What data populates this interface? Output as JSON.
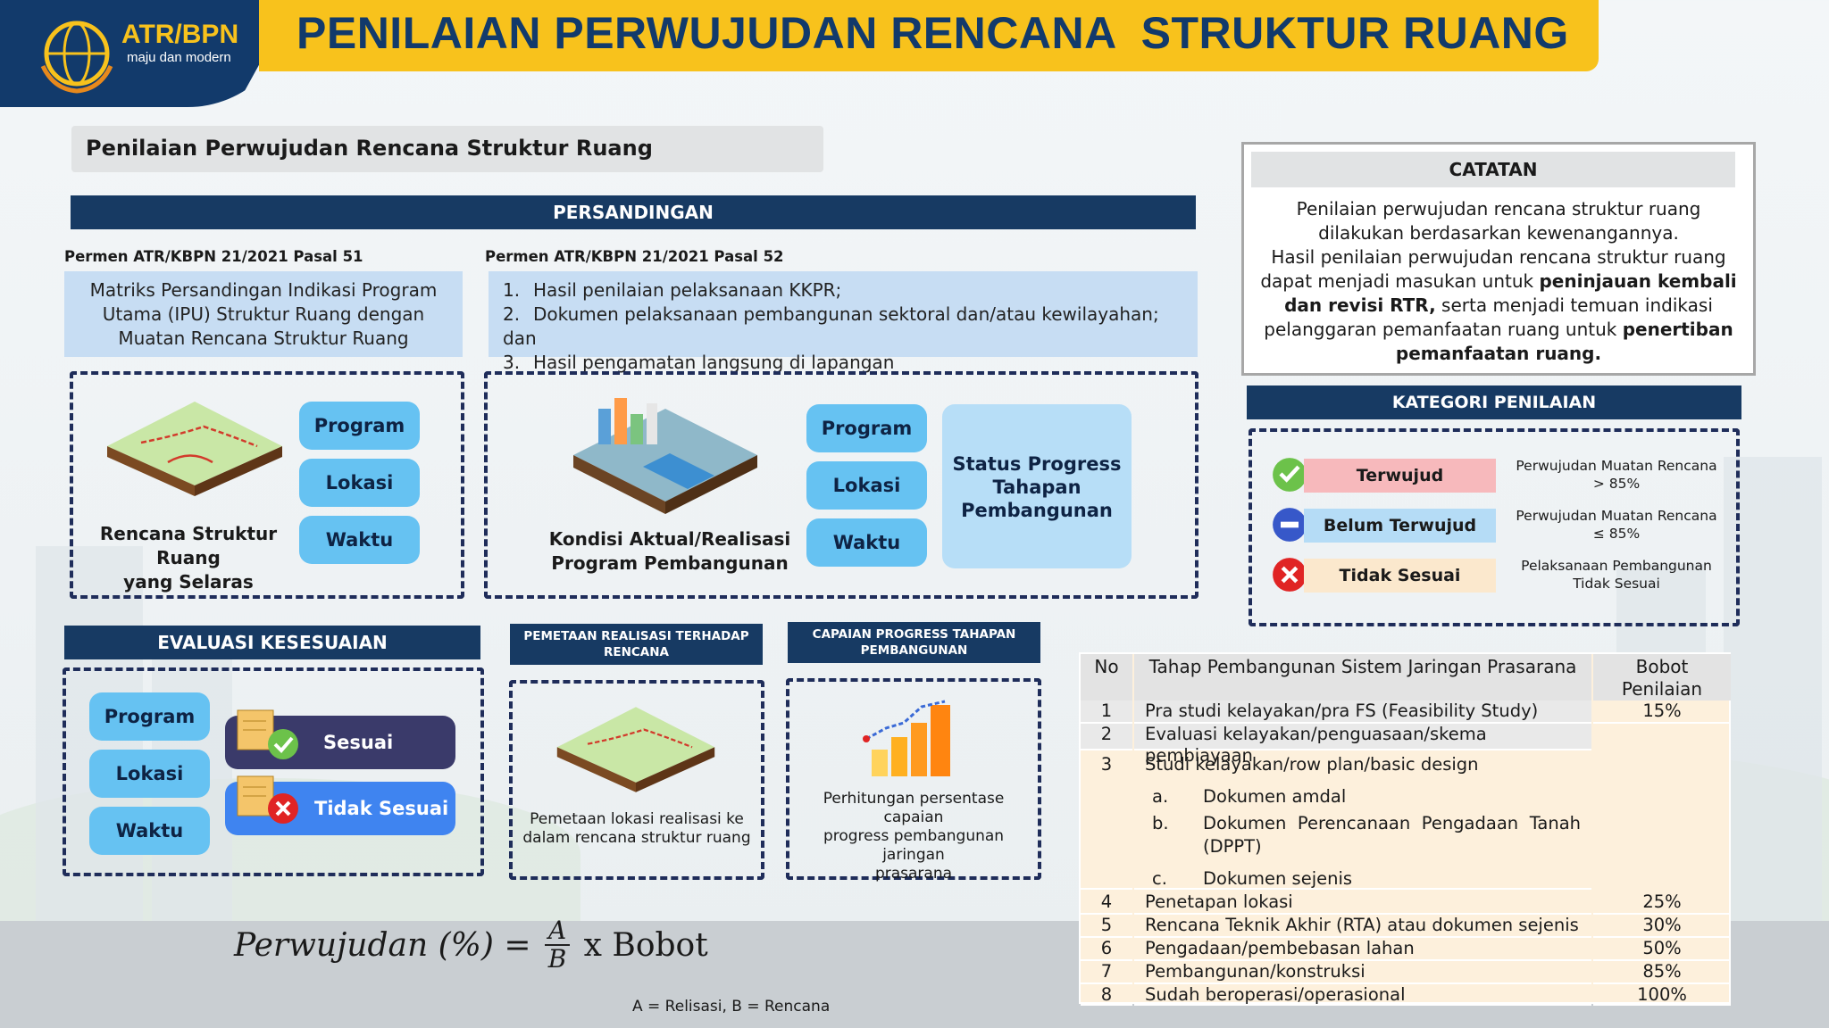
{
  "header": {
    "logo_name": "ATR/BPN",
    "logo_tagline": "maju dan modern",
    "title": "PENILAIAN PERWUJUDAN RENCANA  STRUKTUR RUANG"
  },
  "subheading": "Penilaian Perwujudan Rencana Struktur Ruang",
  "persandingan": {
    "title": "PERSANDINGAN",
    "left_ref": "Permen ATR/KBPN 21/2021 Pasal 51",
    "left_text": [
      "Matriks Persandingan Indikasi Program",
      "Utama (IPU) Struktur Ruang dengan",
      "Muatan Rencana Struktur Ruang"
    ],
    "right_ref": "Permen ATR/KBPN 21/2021 Pasal 52",
    "right_items": [
      {
        "n": "1.",
        "t": "Hasil penilaian pelaksanaan KKPR;"
      },
      {
        "n": "2.",
        "t": "Dokumen pelaksanaan pembangunan sektoral dan/atau kewilayahan; dan"
      },
      {
        "n": "3.",
        "t": "Hasil pengamatan langsung di lapangan"
      }
    ],
    "left_panel": {
      "caption": [
        "Rencana Struktur Ruang",
        "yang Selaras"
      ],
      "pills": [
        "Program",
        "Lokasi",
        "Waktu"
      ]
    },
    "right_panel": {
      "caption": [
        "Kondisi Aktual/Realisasi",
        "Program Pembangunan"
      ],
      "pills": [
        "Program",
        "Lokasi",
        "Waktu"
      ],
      "status": [
        "Status Progress",
        "Tahapan",
        "Pembangunan"
      ]
    }
  },
  "evaluasi": {
    "title": "EVALUASI KESESUAIAN",
    "pills": [
      "Program",
      "Lokasi",
      "Waktu"
    ],
    "sesuai": "Sesuai",
    "tidak_sesuai": "Tidak Sesuai"
  },
  "pemetaan": {
    "title": [
      "PEMETAAN REALISASI TERHADAP",
      "RENCANA"
    ],
    "caption": [
      "Pemetaan lokasi realisasi ke",
      "dalam rencana struktur ruang"
    ]
  },
  "capaian": {
    "title": [
      "CAPAIAN PROGRESS TAHAPAN",
      "PEMBANGUNAN"
    ],
    "caption": [
      "Perhitungan persentase capaian",
      "progress pembangunan jaringan",
      "prasarana"
    ]
  },
  "formula": {
    "lhs": "Perwujudan (%) = ",
    "num": "A",
    "den": "B",
    "rhs": " x Bobot",
    "legend": "A = Relisasi, B = Rencana"
  },
  "catatan": {
    "title": "CATATAN",
    "lines": [
      {
        "p": [
          {
            "t": "Penilaian perwujudan rencana struktur ruang"
          }
        ]
      },
      {
        "p": [
          {
            "t": "dilakukan berdasarkan kewenangannya."
          }
        ]
      },
      {
        "p": [
          {
            "t": "Hasil penilaian perwujudan rencana struktur ruang"
          }
        ]
      },
      {
        "p": [
          {
            "t": "dapat menjadi masukan untuk "
          },
          {
            "t": "peninjauan kembali",
            "b": true
          }
        ]
      },
      {
        "p": [
          {
            "t": "dan revisi RTR,",
            "b": true
          },
          {
            "t": " serta menjadi temuan indikasi"
          }
        ]
      },
      {
        "p": [
          {
            "t": "pelanggaran pemanfaatan ruang untuk "
          },
          {
            "t": "penertiban",
            "b": true
          }
        ]
      },
      {
        "p": [
          {
            "t": "pemanfaatan ruang.",
            "b": true
          }
        ]
      }
    ]
  },
  "kategori": {
    "title": "KATEGORI PENILAIAN",
    "items": [
      {
        "label": "Terwujud",
        "desc": [
          "Perwujudan Muatan Rencana",
          "> 85%"
        ],
        "icon": "check-icon",
        "color": "#f7b9bc",
        "icon_color": "#6cc24a"
      },
      {
        "label": "Belum Terwujud",
        "desc": [
          "Perwujudan Muatan Rencana",
          "≤ 85%"
        ],
        "icon": "minus-icon",
        "color": "#b5dcf6",
        "icon_color": "#3758c9"
      },
      {
        "label": "Tidak Sesuai",
        "desc": [
          "Pelaksanaan Pembangunan",
          "Tidak Sesuai"
        ],
        "icon": "cross-icon",
        "color": "#fbe8cd",
        "icon_color": "#e02424"
      }
    ]
  },
  "table": {
    "headers": {
      "no": "No",
      "tahap": "Tahap Pembangunan Sistem Jaringan Prasarana",
      "bobot": [
        "Bobot",
        "Penilaian"
      ]
    },
    "rows": [
      {
        "no": "1",
        "tahap": "Pra studi kelayakan/pra FS (Feasibility Study)",
        "bobot": "15%"
      },
      {
        "no": "2",
        "tahap": "Evaluasi kelayakan/penguasaan/skema pembiayaan",
        "bobot": ""
      },
      {
        "no": "3",
        "tahap": "Studi kelayakan/row plan/basic design",
        "bobot": ""
      },
      {
        "no": "4",
        "tahap": "Penetapan lokasi",
        "bobot": "25%"
      },
      {
        "no": "5",
        "tahap": "Rencana Teknik Akhir (RTA) atau dokumen sejenis",
        "bobot": "30%"
      },
      {
        "no": "6",
        "tahap": "Pengadaan/pembebasan lahan",
        "bobot": "50%"
      },
      {
        "no": "7",
        "tahap": "Pembangunan/konstruksi",
        "bobot": "85%"
      },
      {
        "no": "8",
        "tahap": "Sudah beroperasi/operasional",
        "bobot": "100%"
      }
    ],
    "sub_items": [
      {
        "l": "a.",
        "t": "Dokumen amdal"
      },
      {
        "l": "b.",
        "t": "Dokumen Perencanaan Pengadaan Tanah (DPPT)"
      },
      {
        "l": "c.",
        "t": "Dokumen sejenis"
      }
    ]
  }
}
